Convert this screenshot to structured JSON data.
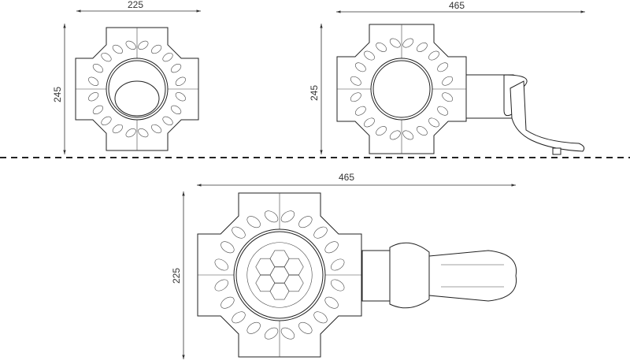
{
  "drawing": {
    "front_view": {
      "width_label": "225",
      "height_label": "245"
    },
    "side_view": {
      "width_label": "465",
      "height_label": "245"
    },
    "top_view": {
      "width_label": "465",
      "depth_label": "225"
    }
  }
}
